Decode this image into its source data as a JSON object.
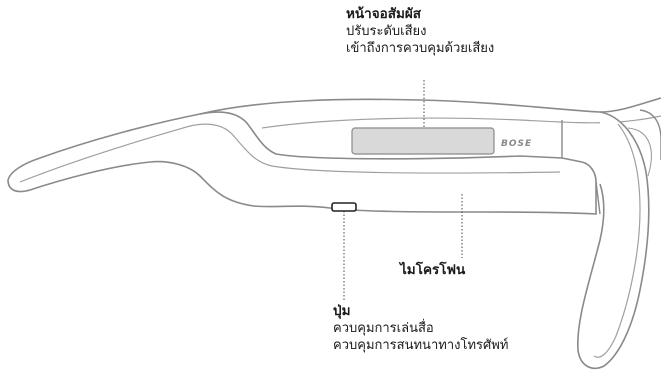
{
  "touch_panel": {
    "title": "หน้าจอสัมผัส",
    "lines": [
      "ปรับระดับเสียง",
      "เข้าถึงการควบคุมด้วยเสียง"
    ]
  },
  "microphone": {
    "title": "ไมโครโฟน"
  },
  "button": {
    "title": "ปุ่ม",
    "lines": [
      "ควบคุมการเล่นสื่อ",
      "ควบคุมการสนทนาทางโทรศัพท์"
    ]
  },
  "logo": {
    "text": "BOSE"
  },
  "colors": {
    "outline": "#8a8a8a",
    "frame_fill": "#ffffff",
    "touch_panel_fill": "#d9d9d9",
    "leader_line": "#444444"
  }
}
